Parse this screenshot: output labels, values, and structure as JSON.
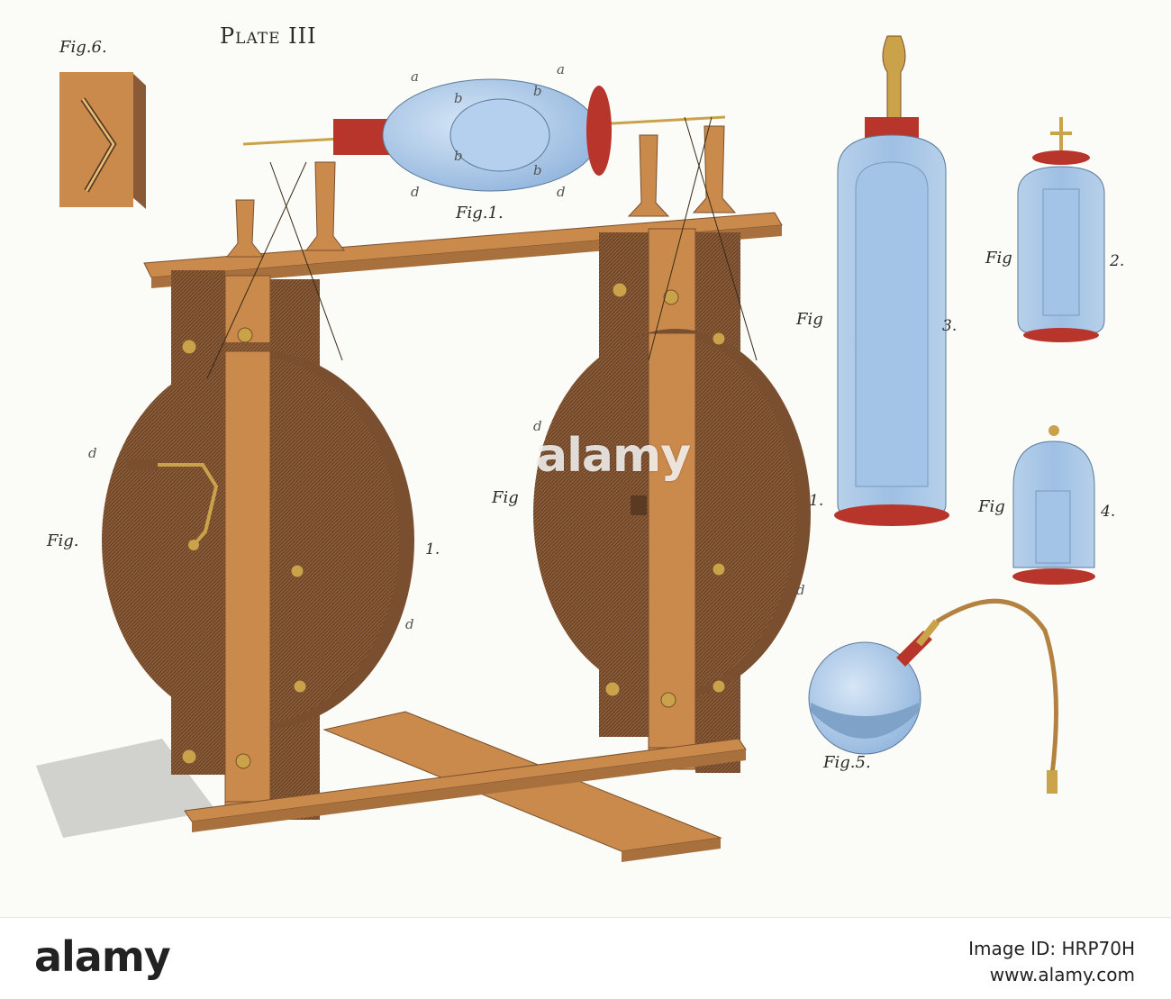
{
  "plate": {
    "title": "Plate III",
    "fig_labels": {
      "fig6": "Fig.6.",
      "fig1_top": "Fig.1.",
      "fig1_left": "Fig.",
      "fig1_left_num": "1.",
      "fig1_mid": "Fig",
      "fig1_mid_num": "1.",
      "fig3": "Fig",
      "fig3_num": "3.",
      "fig2": "Fig",
      "fig2_num": "2.",
      "fig4": "Fig",
      "fig4_num": "4.",
      "fig5": "Fig.5."
    },
    "letters": {
      "a": "a",
      "b": "b",
      "d": "d"
    }
  },
  "watermark": "alamy",
  "footer": {
    "logo": "alamy",
    "image_id": "Image ID: HRP70H",
    "site": "www.alamy.com"
  },
  "colors": {
    "wood_light": "#c98a4b",
    "wood_dark": "#7a4f2f",
    "glass_blue": "#a9c8e8",
    "cork_red": "#b8352c",
    "brass": "#c9a24a"
  }
}
